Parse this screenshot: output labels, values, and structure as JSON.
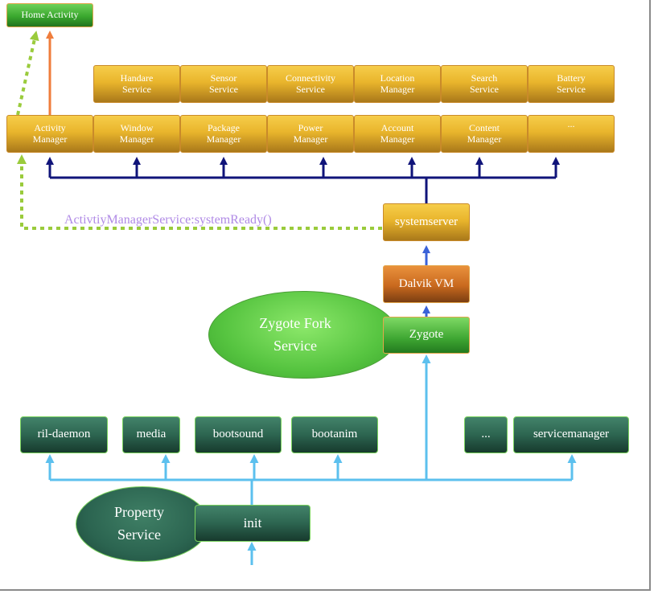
{
  "home_activity": "Home Activity",
  "services_row1": [
    "Handare\nService",
    "Sensor\nService",
    "Connectivity\nService",
    "Location\nManager",
    "Search\nService",
    "Battery\nService"
  ],
  "services_row2": [
    "Activity\nManager",
    "Window\nManager",
    "Package\nManager",
    "Power\nManager",
    "Account\nManager",
    "Content\nManager",
    "..."
  ],
  "system_ready_call": "ActivtiyManagerService:systemReady()",
  "systemserver": "systemserver",
  "dalvik_vm": "Dalvik VM",
  "zygote": "Zygote",
  "zygote_fork_service": "Zygote Fork\nService",
  "daemons": [
    "ril-daemon",
    "media",
    "bootsound",
    "bootanim",
    "...",
    "servicemanager"
  ],
  "init": "init",
  "property_service": "Property\nService",
  "colors": {
    "navy_arrow": "#10147a",
    "orange_arrow": "#ef7d3c",
    "green_dotted": "#9acb3c",
    "light_blue_arrow": "#5cc0ee",
    "blue_arrow": "#3a62d8",
    "label_purple": "#b08ae6"
  }
}
